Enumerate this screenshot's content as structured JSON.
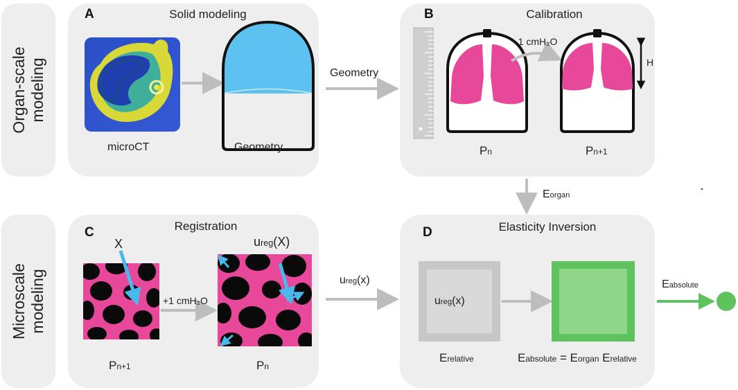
{
  "side_labels": {
    "top": [
      "Organ-scale",
      "modeling"
    ],
    "bottom": [
      "Microscale",
      "modeling"
    ]
  },
  "panels": {
    "a": {
      "letter": "A",
      "title": "Solid modeling",
      "left_caption": "microCT",
      "right_caption": "Geometry"
    },
    "b": {
      "letter": "B",
      "title": "Calibration",
      "pressure_change": "-1 cmH₂O",
      "height_label": "H",
      "left_caption": {
        "base": "P",
        "sub": "n"
      },
      "right_caption": {
        "base": "P",
        "sub": "n+1"
      }
    },
    "c": {
      "letter": "C",
      "title": "Registration",
      "point_label": "X",
      "displacement": {
        "base": "u",
        "sub": "reg",
        "tail": "(X)"
      },
      "pressure_change": "+1 cmH₂O",
      "left_caption": {
        "base": "P",
        "sub": "n+1"
      },
      "right_caption": {
        "base": "P",
        "sub": "n"
      }
    },
    "d": {
      "letter": "D",
      "title": "Elasticity Inversion",
      "box_label": {
        "base": "u",
        "sub": "reg",
        "tail": "(x)"
      },
      "left_caption": {
        "base": "E",
        "sub": "relative"
      },
      "right_caption": {
        "e1": "E",
        "s1": "absolute",
        "mid": " = E",
        "s2": "organ",
        "mid2": " E",
        "s3": "relative"
      }
    }
  },
  "connectors": {
    "a_to_b": "Geometry",
    "b_to_d": {
      "base": "E",
      "sub": "organ"
    },
    "c_to_d": {
      "base": "u",
      "sub": "reg",
      "tail": "(x)"
    },
    "output": {
      "base": "E",
      "sub": "absolute"
    }
  },
  "colors": {
    "panel": "#eeeeee",
    "lung": "#e8489a",
    "geometry_fill": "#5ec2f0",
    "arrow_gray": "#bdbdbd",
    "arrow_blue": "#4ab8ea",
    "green_dark": "#5ec25e",
    "green_light": "#90d68a",
    "gray_box": "#c7c7c7"
  }
}
